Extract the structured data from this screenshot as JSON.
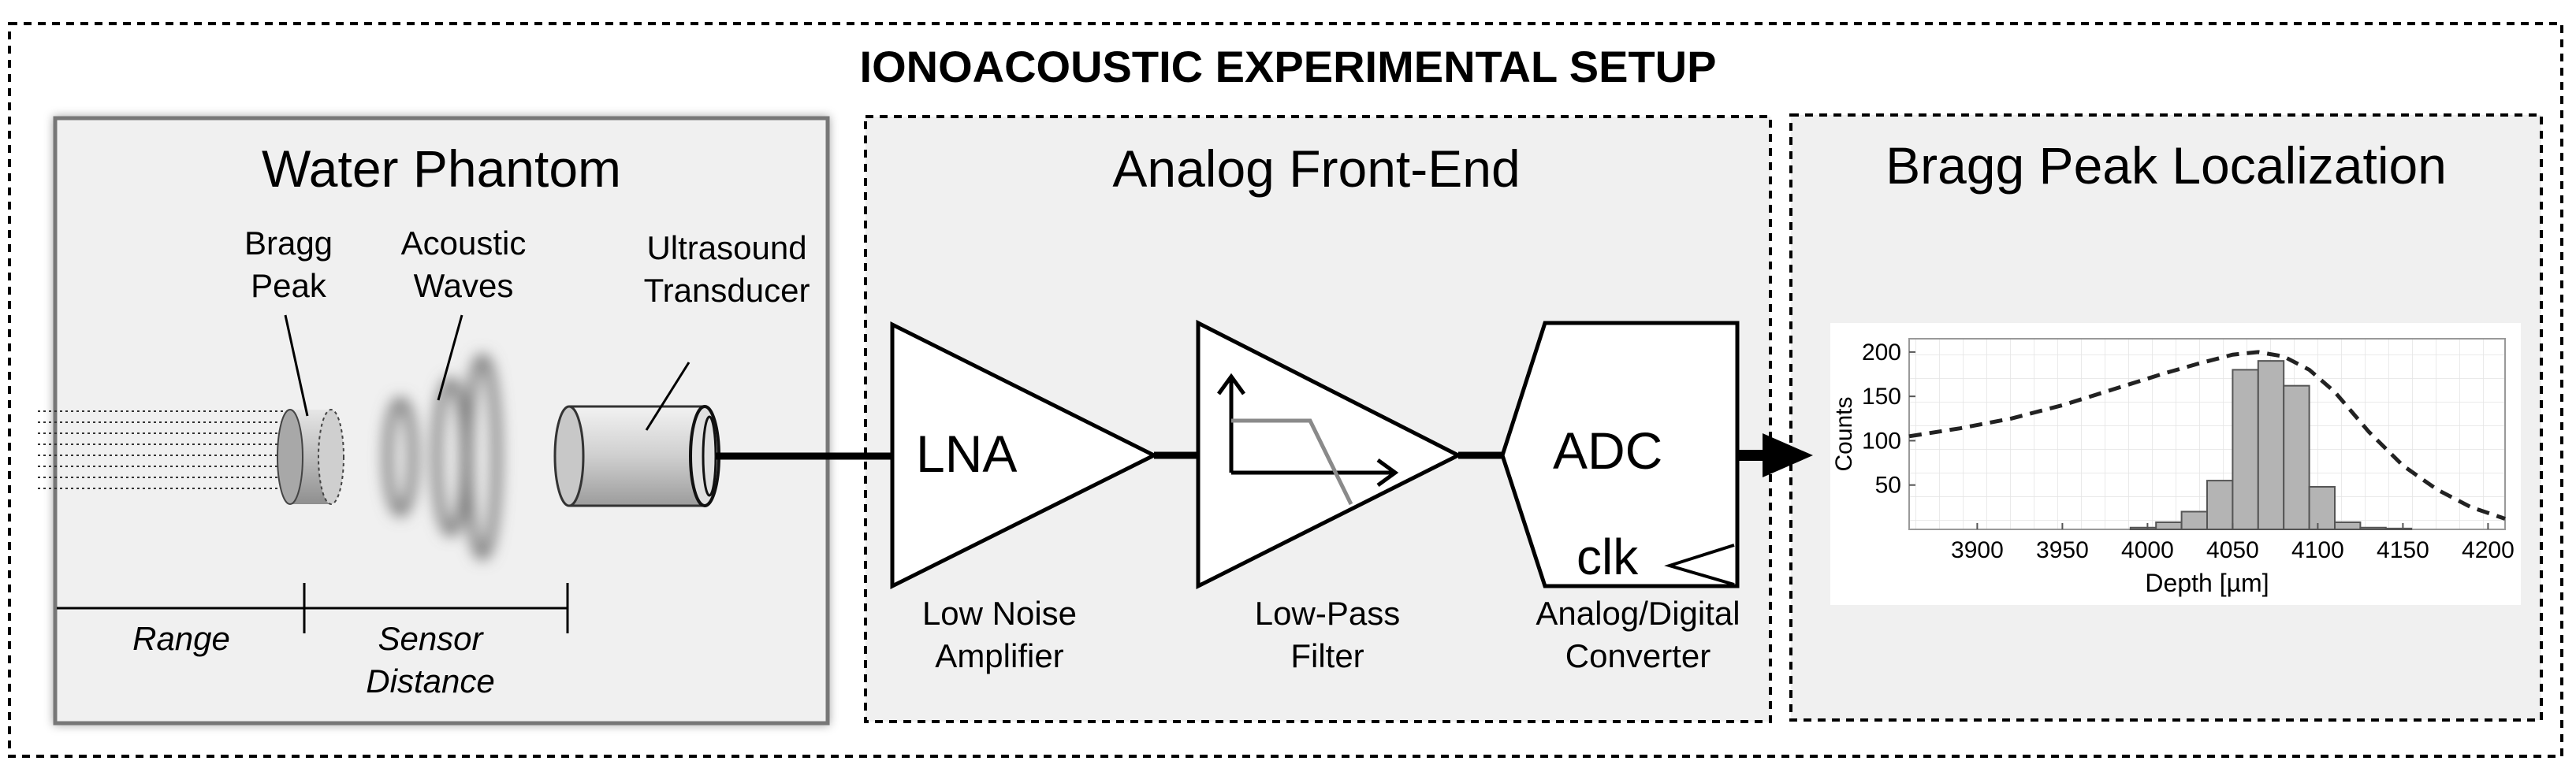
{
  "title": "IONOACOUSTIC EXPERIMENTAL SETUP",
  "panels": {
    "water_phantom": {
      "title": "Water Phantom",
      "bragg_peak": [
        "Bragg",
        "Peak"
      ],
      "acoustic_waves": [
        "Acoustic",
        "Waves"
      ],
      "ultrasound_transducer": [
        "Ultrasound",
        "Transducer"
      ],
      "range": "Range",
      "sensor_distance": [
        "Sensor",
        "Distance"
      ]
    },
    "analog_front_end": {
      "title": "Analog Front-End",
      "lna": "LNA",
      "lna_caption": [
        "Low Noise",
        "Amplifier"
      ],
      "lpf_caption": [
        "Low-Pass",
        "Filter"
      ],
      "adc": "ADC",
      "clk": "clk",
      "adc_caption": [
        "Analog/Digital",
        "Converter"
      ]
    },
    "bragg_localization": {
      "title": "Bragg Peak Localization"
    }
  },
  "colors": {
    "panel_fill": "#f0f0f0",
    "bar_fill": "#b4b4b4",
    "line": "#000000"
  },
  "chart_data": {
    "type": "bar",
    "xlabel": "Depth [µm]",
    "ylabel": "Counts",
    "xlim": [
      3860,
      4210
    ],
    "ylim": [
      0,
      215
    ],
    "xticks": [
      3900,
      3950,
      4000,
      4050,
      4100,
      4150,
      4200
    ],
    "yticks": [
      50,
      100,
      150,
      200
    ],
    "grid": true,
    "bins": {
      "left_edges": [
        3990,
        4005,
        4020,
        4035,
        4050,
        4065,
        4080,
        4095,
        4110,
        4125,
        4140
      ],
      "width": 15,
      "counts": [
        2,
        8,
        20,
        55,
        180,
        190,
        162,
        48,
        8,
        2,
        1
      ]
    },
    "fit_curve": {
      "style": "dashed",
      "x": [
        3860,
        3890,
        3920,
        3950,
        3980,
        4010,
        4030,
        4050,
        4065,
        4080,
        4095,
        4110,
        4130,
        4150,
        4170,
        4190,
        4210
      ],
      "y": [
        105,
        114,
        125,
        140,
        158,
        176,
        187,
        197,
        200,
        195,
        180,
        155,
        110,
        72,
        45,
        25,
        12
      ]
    }
  }
}
